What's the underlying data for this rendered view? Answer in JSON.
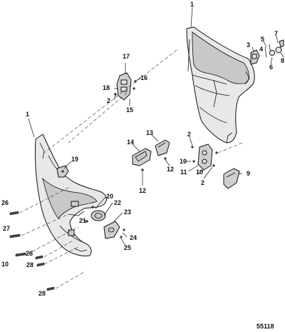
{
  "figure_number": "55118",
  "callouts": {
    "c1_right": "1",
    "c1_left": "1",
    "c2_a": "2",
    "c2_b": "2",
    "c2_c": "2",
    "c3": "3",
    "c4": "4",
    "c5": "5",
    "c6": "6",
    "c7": "7",
    "c8": "8",
    "c9": "9",
    "c10_a": "10",
    "c10_b": "10",
    "c10_c": "10",
    "c11": "11",
    "c12_a": "12",
    "c12_b": "12",
    "c13": "13",
    "c14": "14",
    "c15": "15",
    "c16": "16",
    "c17": "17",
    "c18": "18",
    "c19": "19",
    "c20": "20",
    "c21": "21",
    "c22": "22",
    "c23": "23",
    "c24": "24",
    "c25": "25",
    "c26": "26",
    "c27": "27",
    "c28_a": "28",
    "c28_b": "28",
    "c28_c": "28"
  }
}
